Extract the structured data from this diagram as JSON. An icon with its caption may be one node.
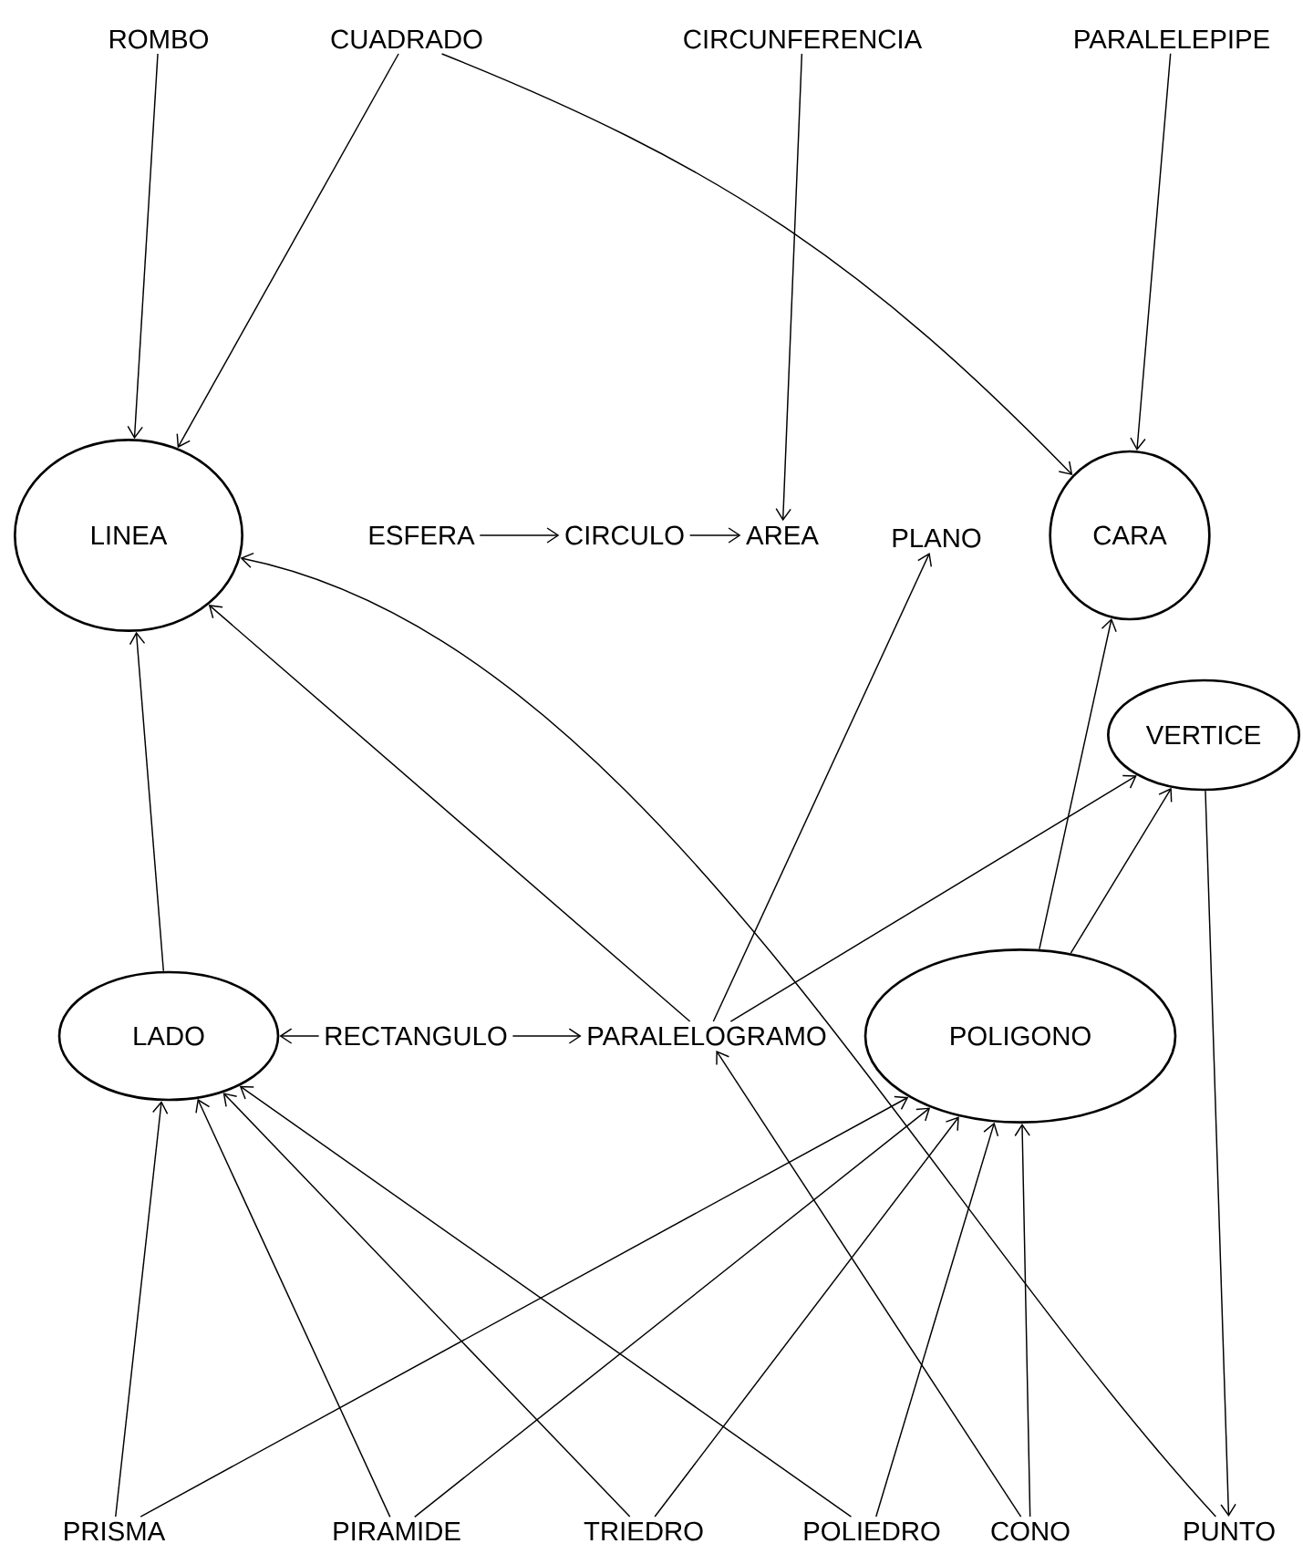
{
  "diagram": {
    "nodes": [
      {
        "text": [
          "ROMBO"
        ]
      },
      {
        "text": [
          "CUADRADO"
        ]
      },
      {
        "text": [
          "CIRCUNFERENCIA"
        ]
      },
      {
        "text": [
          "PARALELEPIPE"
        ]
      },
      {
        "text": [
          "LINEA"
        ]
      },
      {
        "text": [
          "ESFERA"
        ]
      },
      {
        "text": [
          "CIRCULO"
        ]
      },
      {
        "text": [
          "AREA"
        ]
      },
      {
        "text": [
          "PLANO"
        ]
      },
      {
        "text": [
          "CARA"
        ]
      },
      {
        "text": [
          "VERTICE"
        ]
      },
      {
        "text": [
          "LADO"
        ]
      },
      {
        "text": [
          "RECTANGULO"
        ]
      },
      {
        "text": [
          "PARALELOGRAMO"
        ]
      },
      {
        "text": [
          "POLIGONO"
        ]
      },
      {
        "text": [
          "PRISMA"
        ]
      },
      {
        "text": [
          "PIRAMIDE"
        ]
      },
      {
        "text": [
          "TRIEDRO"
        ]
      },
      {
        "text": [
          "POLIEDRO"
        ]
      },
      {
        "text": [
          "CONO"
        ]
      },
      {
        "text": [
          "PUNTO"
        ]
      }
    ],
    "edges": [
      {
        "from": 0,
        "to": 4,
        "arrow": "to"
      },
      {
        "from": 1,
        "to": 4,
        "arrow": "to"
      },
      {
        "from": 1,
        "to": 9,
        "arrow": "to"
      },
      {
        "from": 2,
        "to": 7,
        "arrow": "to"
      },
      {
        "from": 3,
        "to": 9,
        "arrow": "to"
      },
      {
        "from": 5,
        "to": 6,
        "arrow": "to"
      },
      {
        "from": 6,
        "to": 7,
        "arrow": "to"
      },
      {
        "from": 11,
        "to": 4,
        "arrow": "to"
      },
      {
        "from": 13,
        "to": 4,
        "arrow": "to"
      },
      {
        "from": 20,
        "to": 4,
        "arrow": "to"
      },
      {
        "from": 13,
        "to": 8,
        "arrow": "to"
      },
      {
        "from": 13,
        "to": 10,
        "arrow": "to"
      },
      {
        "from": 14,
        "to": 9,
        "arrow": "to"
      },
      {
        "from": 14,
        "to": 10,
        "arrow": "to"
      },
      {
        "from": 10,
        "to": 20,
        "arrow": "to"
      },
      {
        "from": 12,
        "to": 11,
        "arrow": "to"
      },
      {
        "from": 12,
        "to": 13,
        "arrow": "to"
      },
      {
        "from": 15,
        "to": 11,
        "arrow": "to"
      },
      {
        "from": 15,
        "to": 14,
        "arrow": "to"
      },
      {
        "from": 16,
        "to": 11,
        "arrow": "to"
      },
      {
        "from": 16,
        "to": 14,
        "arrow": "to"
      },
      {
        "from": 17,
        "to": 11,
        "arrow": "to"
      },
      {
        "from": 17,
        "to": 14,
        "arrow": "to"
      },
      {
        "from": 18,
        "to": 11,
        "arrow": "to"
      },
      {
        "from": 18,
        "to": 14,
        "arrow": "to"
      },
      {
        "from": 19,
        "to": 13,
        "arrow": "to"
      },
      {
        "from": 19,
        "to": 14,
        "arrow": "to"
      }
    ]
  }
}
